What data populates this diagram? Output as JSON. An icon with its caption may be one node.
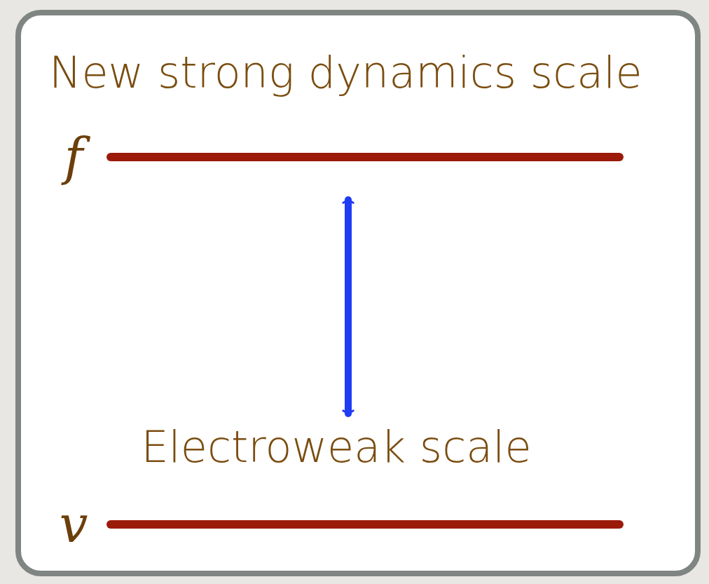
{
  "diagram": {
    "nodes": [
      {
        "text": [
          "New strong dynamics scale"
        ],
        "beside": [
          "f"
        ]
      },
      {
        "text": [
          "Electroweak scale"
        ],
        "beside": [
          "v"
        ]
      }
    ],
    "edges": [
      {
        "from": 0,
        "to": 1,
        "arrow": "both"
      }
    ]
  }
}
